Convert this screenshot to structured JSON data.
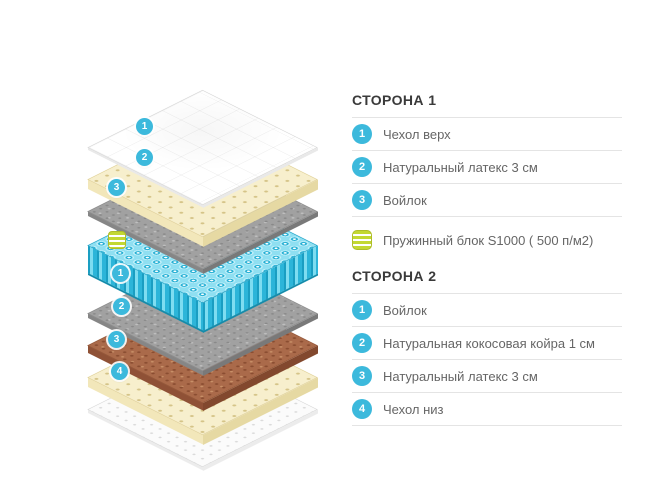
{
  "colors": {
    "accent": "#3cb9dc",
    "spring_icon_green": "#c3d832"
  },
  "diagram": {
    "badges": [
      "1",
      "2",
      "3",
      "1",
      "2",
      "3",
      "4"
    ],
    "layers": [
      {
        "material": "cover-top",
        "color": "#ffffff"
      },
      {
        "material": "natural-latex",
        "color": "#f7efcd"
      },
      {
        "material": "felt",
        "color": "#a1a1a1"
      },
      {
        "material": "pocket-spring-block",
        "color": "#3cb9dc"
      },
      {
        "material": "felt",
        "color": "#a1a1a1"
      },
      {
        "material": "coconut-coir",
        "color": "#aa6a4a"
      },
      {
        "material": "natural-latex",
        "color": "#f7efcd"
      },
      {
        "material": "cover-bottom",
        "color": "#fbfbfb"
      }
    ]
  },
  "legend": {
    "side1": {
      "title": "СТОРОНА 1",
      "items": [
        {
          "num": "1",
          "label": "Чехол верх"
        },
        {
          "num": "2",
          "label": "Натуральный латекс 3 см"
        },
        {
          "num": "3",
          "label": "Войлок"
        }
      ]
    },
    "spring": {
      "label": "Пружинный блок S1000 ( 500 п/м2)"
    },
    "side2": {
      "title": "СТОРОНА 2",
      "items": [
        {
          "num": "1",
          "label": "Войлок"
        },
        {
          "num": "2",
          "label": "Натуральная кокосовая койра 1 см"
        },
        {
          "num": "3",
          "label": "Натуральный латекс 3 см"
        },
        {
          "num": "4",
          "label": "Чехол низ"
        }
      ]
    }
  }
}
